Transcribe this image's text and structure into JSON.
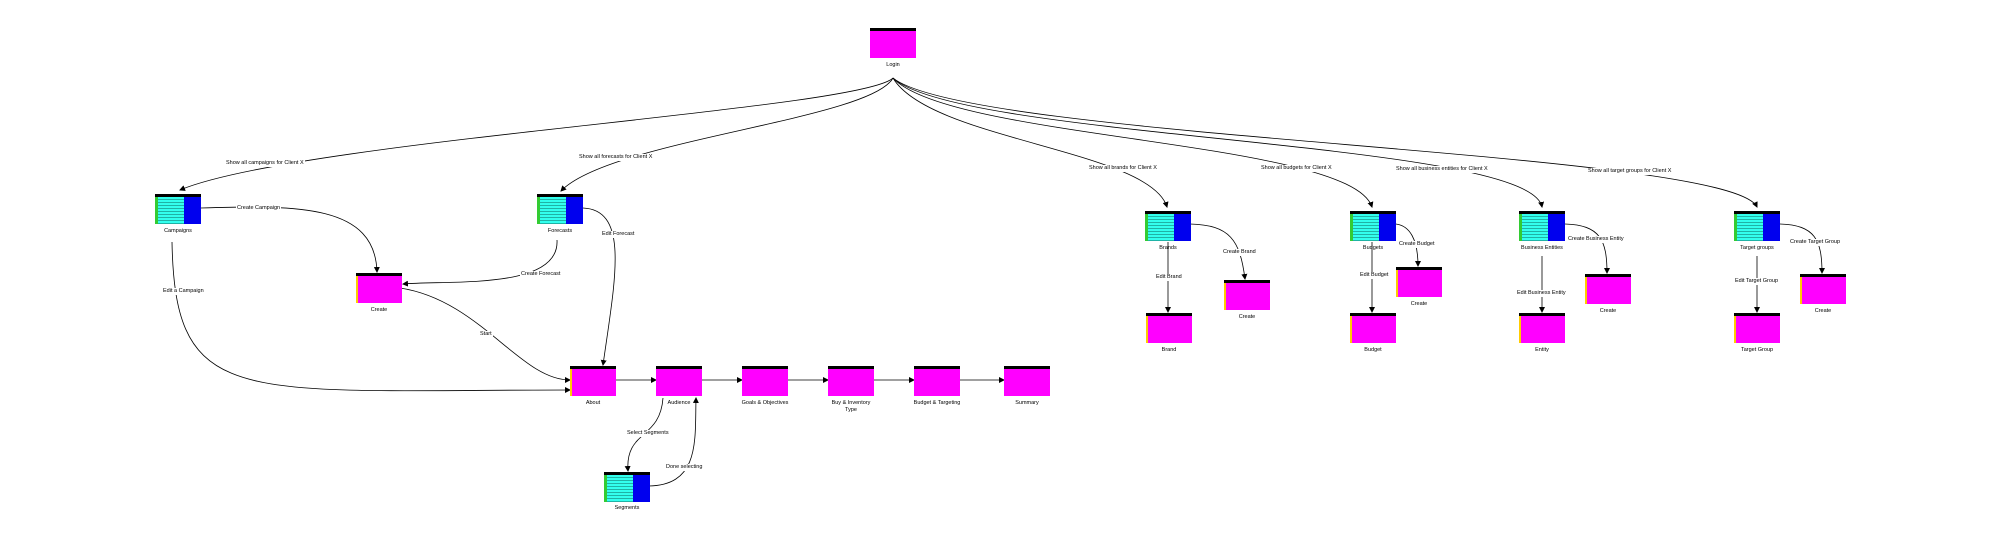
{
  "nodes": {
    "login": "Login",
    "campaigns": "Campaigns",
    "forecasts": "Forecasts",
    "create_campaign_form": "Create",
    "about": "About",
    "audience": "Audience",
    "goals": "Goals & Objectives",
    "buy": "Buy & Inventory Type",
    "budget_targeting": "Budget & Targeting",
    "summary": "Summary",
    "segments": "Segments",
    "brands": "Brands",
    "brand": "Brand",
    "brand_create": "Create",
    "budgets": "Budgets",
    "budget": "Budget",
    "budget_create": "Create",
    "business_entities": "Business Entities",
    "entity": "Entity",
    "entity_create": "Create",
    "target_groups": "Target groups",
    "target_group": "Target Group",
    "target_create": "Create"
  },
  "edges": {
    "show_campaigns": "Show all campaigns for Client X",
    "show_forecasts": "Show all forecasts for Client X",
    "show_brands": "Show all brands for Client X",
    "show_budgets": "Show all budgets for Client X",
    "show_business": "Show all business entities for Client X",
    "show_targets": "Show all target groups for Client X",
    "create_campaign": "Create Campaign",
    "create_forecast": "Create Forecast",
    "edit_forecast": "Edit Forecast",
    "edit_campaign": "Edit a Campaign",
    "start": "Start",
    "select_segments": "Select Segments",
    "done_selecting": "Done selecting",
    "edit_brand": "Edit Brand",
    "create_brand": "Create Brand",
    "edit_budget": "Edit Budget",
    "create_budget": "Create Budget",
    "edit_entity": "Edit Business Entity",
    "create_entity": "Create Business Entity",
    "edit_target": "Edit Target Group",
    "create_target": "Create Target Group"
  },
  "colors": {
    "screen_fill": "#ff00ff",
    "screen_edge": "#ffcc00",
    "list_green": "#33cc33",
    "list_cyan": "#33ffee",
    "list_blue": "#0000ee"
  },
  "icons": {
    "screen": "screen-node-icon",
    "list": "list-screen-node-icon"
  }
}
